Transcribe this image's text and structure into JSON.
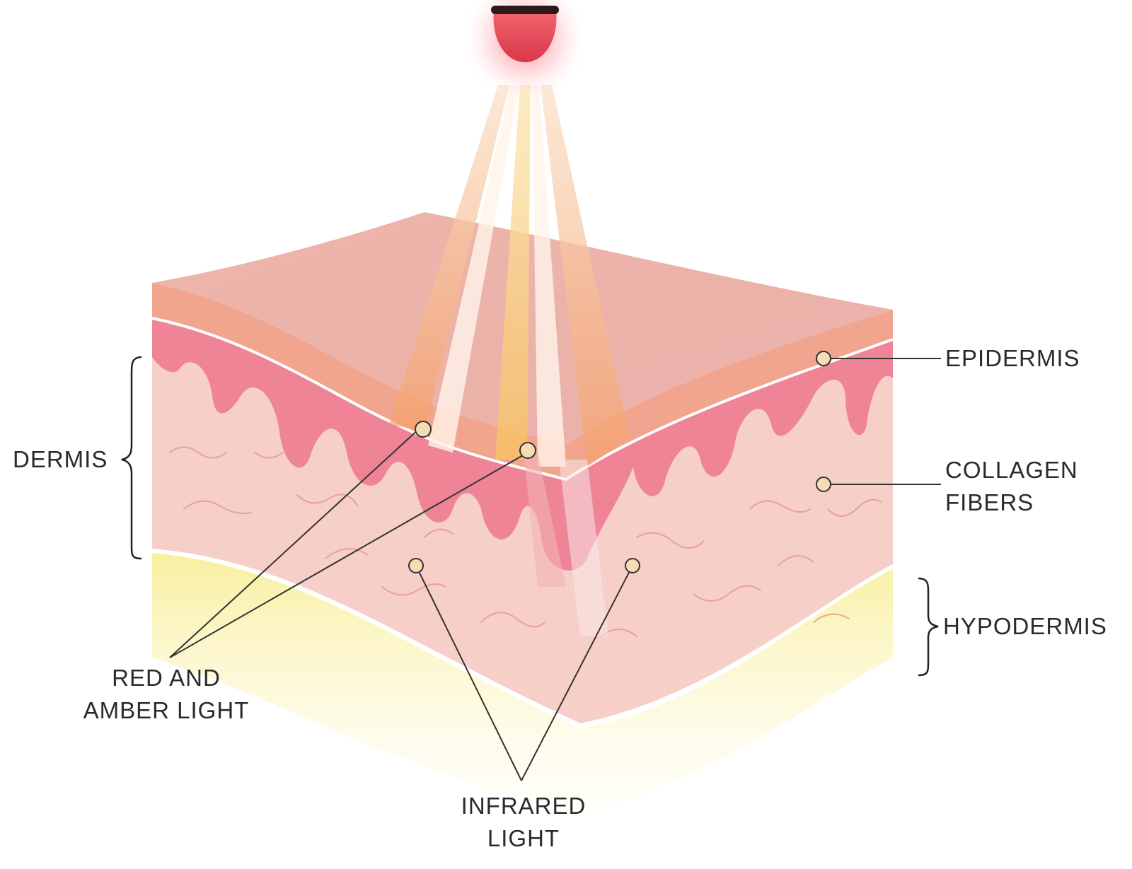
{
  "labels": {
    "epidermis": "EPIDERMIS",
    "dermis": "DERMIS",
    "collagen_line1": "COLLAGEN",
    "collagen_line2": "FIBERS",
    "hypodermis": "HYPODERMIS",
    "red_amber_line1": "RED AND",
    "red_amber_line2": "AMBER LIGHT",
    "infrared_line1": "INFRARED",
    "infrared_line2": "LIGHT"
  },
  "colors": {
    "light_source": "#e8505a",
    "epidermis": "#f2a58e",
    "dermis": "#f6cfc8",
    "papillae": "#ee7f8e",
    "hypodermis": "#f7ee9c",
    "beam": "#f29b6c",
    "leader": "#333333"
  }
}
